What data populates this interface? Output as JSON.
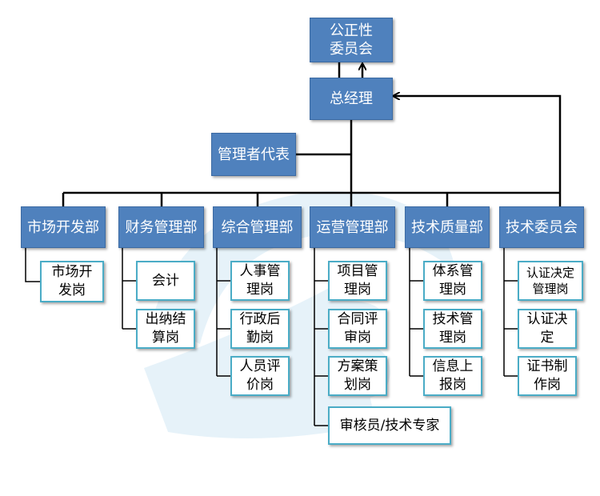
{
  "top": {
    "committee": "公正性\n委员会",
    "gm": "总经理",
    "rep": "管理者代表"
  },
  "departments": [
    {
      "name": "市场开发部",
      "posts": [
        "市场开\n发岗"
      ]
    },
    {
      "name": "财务管理部",
      "posts": [
        "会计",
        "出纳结\n算岗"
      ]
    },
    {
      "name": "综合管理部",
      "posts": [
        "人事管\n理岗",
        "行政后\n勤岗",
        "人员评\n价岗"
      ]
    },
    {
      "name": "运营管理部",
      "posts": [
        "项目管\n理岗",
        "合同评\n审岗",
        "方案策\n划岗",
        "审核员/技术专家"
      ]
    },
    {
      "name": "技术质量部",
      "posts": [
        "体系管\n理岗",
        "技术管\n理岗",
        "信息上\n报岗"
      ]
    },
    {
      "name": "技术委员会",
      "posts": [
        "认证决定\n管理岗",
        "认证决\n定",
        "证书制\n作岗"
      ]
    }
  ],
  "colors": {
    "dept_fill": "#4f81bd",
    "post_border": "#4aacc6",
    "lines": "#000000"
  }
}
